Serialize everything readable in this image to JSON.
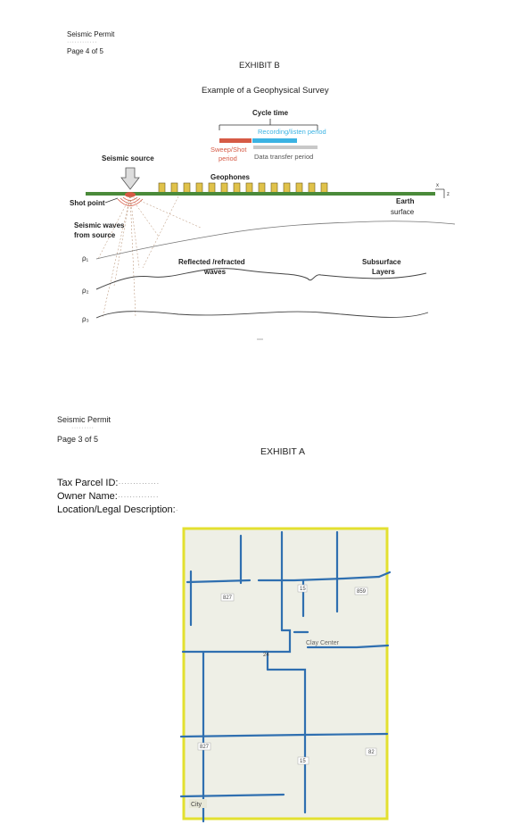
{
  "page1": {
    "header_line1": "Seismic Permit",
    "header_redacted": "············",
    "header_page": "Page 4 of 5",
    "exhibit": "EXHIBIT B",
    "subtitle": "Example of a Geophysical Survey",
    "diagram": {
      "cycle_time": "Cycle time",
      "recording_line1": "Recording/listen period",
      "sweep_line1": "Sweep/Shot",
      "sweep_line2": "period",
      "data_transfer": "Data transfer period",
      "seismic_source": "Seismic source",
      "geophones": "Geophones",
      "shot_point": "Shot point",
      "earth_line1": "Earth",
      "earth_line2": "surface",
      "waves_line1": "Seismic waves",
      "waves_line2": "from source",
      "reflected_line1": "Reflected /refracted",
      "reflected_line2": "waves",
      "subsurface_line1": "Subsurface",
      "subsurface_line2": "Layers",
      "rho1": "ρ₁",
      "rho2": "ρ₂",
      "rho3": "ρ₃",
      "axis_x": "x",
      "axis_z": "z",
      "colors": {
        "sweep": "#d65a45",
        "recording": "#3bb3e3",
        "data_transfer": "#c8c8c8",
        "surface": "#4a8a3a",
        "geophone": "#e0c24a"
      }
    }
  },
  "page2": {
    "header_line1": "Seismic Permit",
    "header_redacted": "·········",
    "header_page": "Page 3 of 5",
    "exhibit": "EXHIBIT A",
    "tax_label": "Tax Parcel ID:",
    "tax_value": "··············",
    "owner_label": "Owner Name:",
    "owner_value": "··············",
    "location_label": "Location/Legal Description:",
    "location_value": "·",
    "map": {
      "road_827_top": "827",
      "road_15_top": "15",
      "road_859": "859",
      "town": "Clay Center",
      "road_24": "24",
      "road_827_bottom": "827",
      "road_82": "82",
      "road_15_bottom": "15",
      "bottom_label": "City",
      "colors": {
        "boundary": "#e3e030",
        "road": "#2f6fb0",
        "land": "#eeefe6"
      }
    }
  }
}
